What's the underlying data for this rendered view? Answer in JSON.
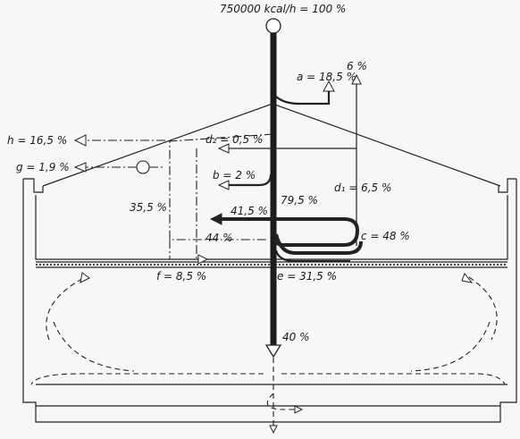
{
  "labels": {
    "total": "750000 kcal/h = 100 %",
    "a": "a = 18,5 %",
    "six": "6 %",
    "h": "h = 16,5 %",
    "d2": "d₂ = 0,5 %",
    "g": "g = 1,9 %",
    "b": "b = 2 %",
    "d1": "d₁ = 6,5 %",
    "p795": "79,5 %",
    "p355": "35,5 %",
    "p415": "41,5 %",
    "p44": "44 %",
    "c": "c = 48 %",
    "f": "f = 8,5 %",
    "e": "e = 31,5 %",
    "p40": "40 %"
  }
}
